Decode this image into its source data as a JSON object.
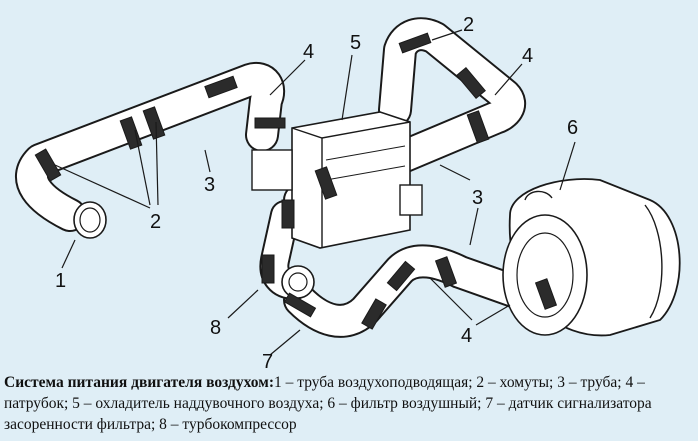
{
  "callouts": {
    "c1": "1",
    "c2a": "2",
    "c2b": "2",
    "c3a": "3",
    "c3b": "3",
    "c4a": "4",
    "c4b": "4",
    "c4c": "4",
    "c5": "5",
    "c6": "6",
    "c7": "7",
    "c8": "8"
  },
  "caption": {
    "title": "Система питания двигателя воздухом:",
    "text": "1 – труба воздухоподводящая; 2 – хомуты; 3 – труба; 4 – патрубок; 5 – охладитель наддувочного воздуха; 6 – фильтр воздушный; 7 – датчик сигнализатора засоренности фильтра; 8 – турбокомпрессор"
  },
  "colors": {
    "background": "#dfeef6",
    "outline": "#1a1a1a",
    "pipe_fill": "#ffffff",
    "clamp_fill": "#2b2b2b"
  }
}
